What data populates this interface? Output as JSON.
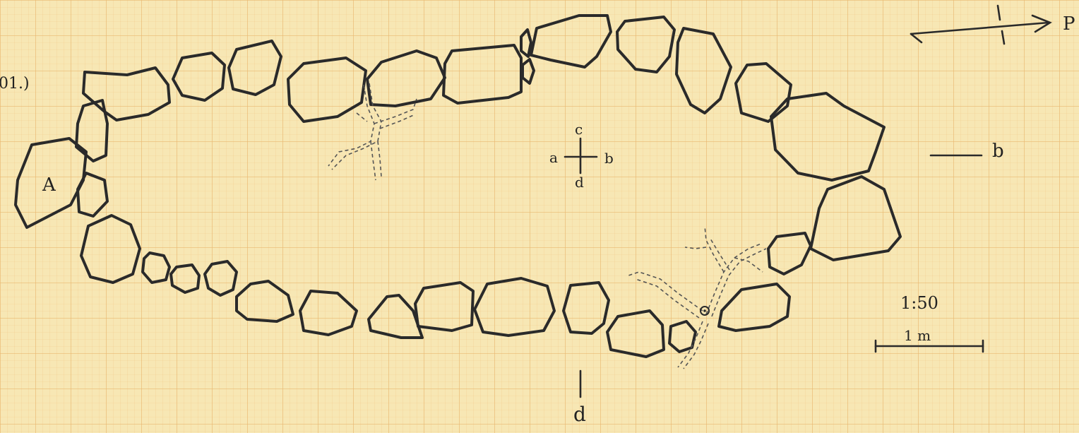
{
  "plan": {
    "stone_label": "A",
    "north_label": "P",
    "section_labels": {
      "a": "a",
      "b": "b",
      "c": "c",
      "d": "d"
    },
    "east_marker_label": "b",
    "south_marker_label": "d",
    "margin_note": "01.)",
    "scale": {
      "ratio": "1:50",
      "bar_label": "1 m"
    }
  },
  "colors": {
    "paper": "#f7e7b4",
    "fine_grid": "#f1c98a",
    "major_grid": "#e9b870",
    "ink": "#2a2a2a"
  }
}
